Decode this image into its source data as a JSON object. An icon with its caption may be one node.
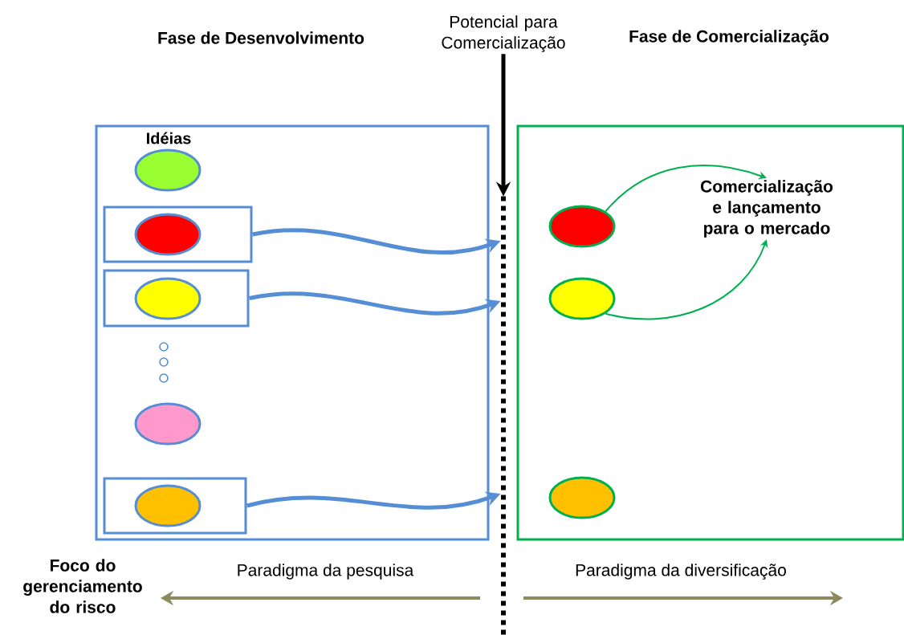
{
  "diagram": {
    "nodes": [
      {
        "text": [
          "Idéias"
        ]
      },
      {
        "text": [],
        "shape": "circle",
        "in": 0
      },
      {
        "text": [],
        "shape": "box",
        "in": 0
      },
      {
        "text": [],
        "shape": "circle",
        "in": 2
      },
      {
        "text": [],
        "shape": "box",
        "in": 0
      },
      {
        "text": [],
        "shape": "circle",
        "in": 4
      },
      {
        "text": [],
        "shape": "circle",
        "in": 0
      },
      {
        "text": [],
        "shape": "circle",
        "in": 0
      },
      {
        "text": [],
        "shape": "circle",
        "in": 0
      },
      {
        "text": [],
        "shape": "circle",
        "in": 0
      },
      {
        "text": [],
        "shape": "box",
        "in": 0
      },
      {
        "text": [],
        "shape": "circle",
        "in": 10
      },
      {
        "text": [],
        "shape": "box"
      },
      {
        "text": [],
        "shape": "circle",
        "in": 12
      },
      {
        "text": [],
        "shape": "circle",
        "in": 12
      },
      {
        "text": [],
        "shape": "circle",
        "in": 12
      },
      {
        "text": [
          "Comercialização e lançamento para o mercado"
        ],
        "in": 12
      },
      {
        "text": [
          "Potencial para Comercialização"
        ]
      },
      {
        "text": [],
        "shape": "line"
      }
    ],
    "edges": [
      {
        "from": 17,
        "to": 18,
        "arrow": "to",
        "color": "#000000"
      },
      {
        "from": 2,
        "to": 18,
        "arrow": "to",
        "color": "#558ed5"
      },
      {
        "from": 4,
        "to": 18,
        "arrow": "to",
        "color": "#558ed5"
      },
      {
        "from": 10,
        "to": 18,
        "arrow": "to",
        "color": "#558ed5"
      },
      {
        "from": 13,
        "to": 16,
        "arrow": "to",
        "color": "#00b050"
      },
      {
        "from": 14,
        "to": 16,
        "arrow": "to",
        "color": "#00b050"
      }
    ],
    "labels": [
      "Fase de Desenvolvimento",
      "Fase de Comercialização",
      "Foco do gerenciamento do risco",
      "Paradigma da pesquisa",
      "Paradigma da diversificação"
    ]
  }
}
